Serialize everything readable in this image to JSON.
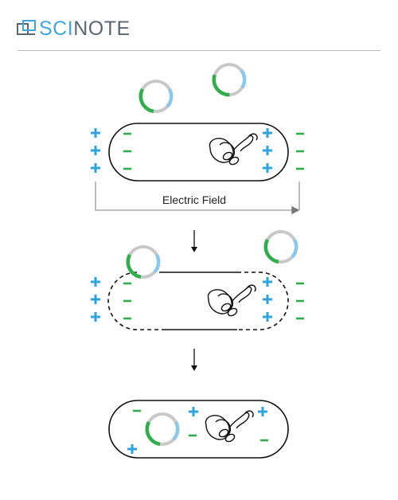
{
  "header": {
    "logo_text_sci": "SCI",
    "logo_text_note": "NOTE"
  },
  "diagram": {
    "field_label": "Electric Field"
  },
  "colors": {
    "plus": "#2ea3dd",
    "minus": "#2fae4b",
    "plasmid_green": "#2fae4b",
    "plasmid_blue": "#8cc8ea",
    "plasmid_grey": "#c8c8c8",
    "arrow": "#777777"
  },
  "icons": [
    "scinote-logo-icon",
    "plasmid-icon",
    "bacterium-cell-icon",
    "chromosome-icon",
    "down-arrow-icon"
  ]
}
